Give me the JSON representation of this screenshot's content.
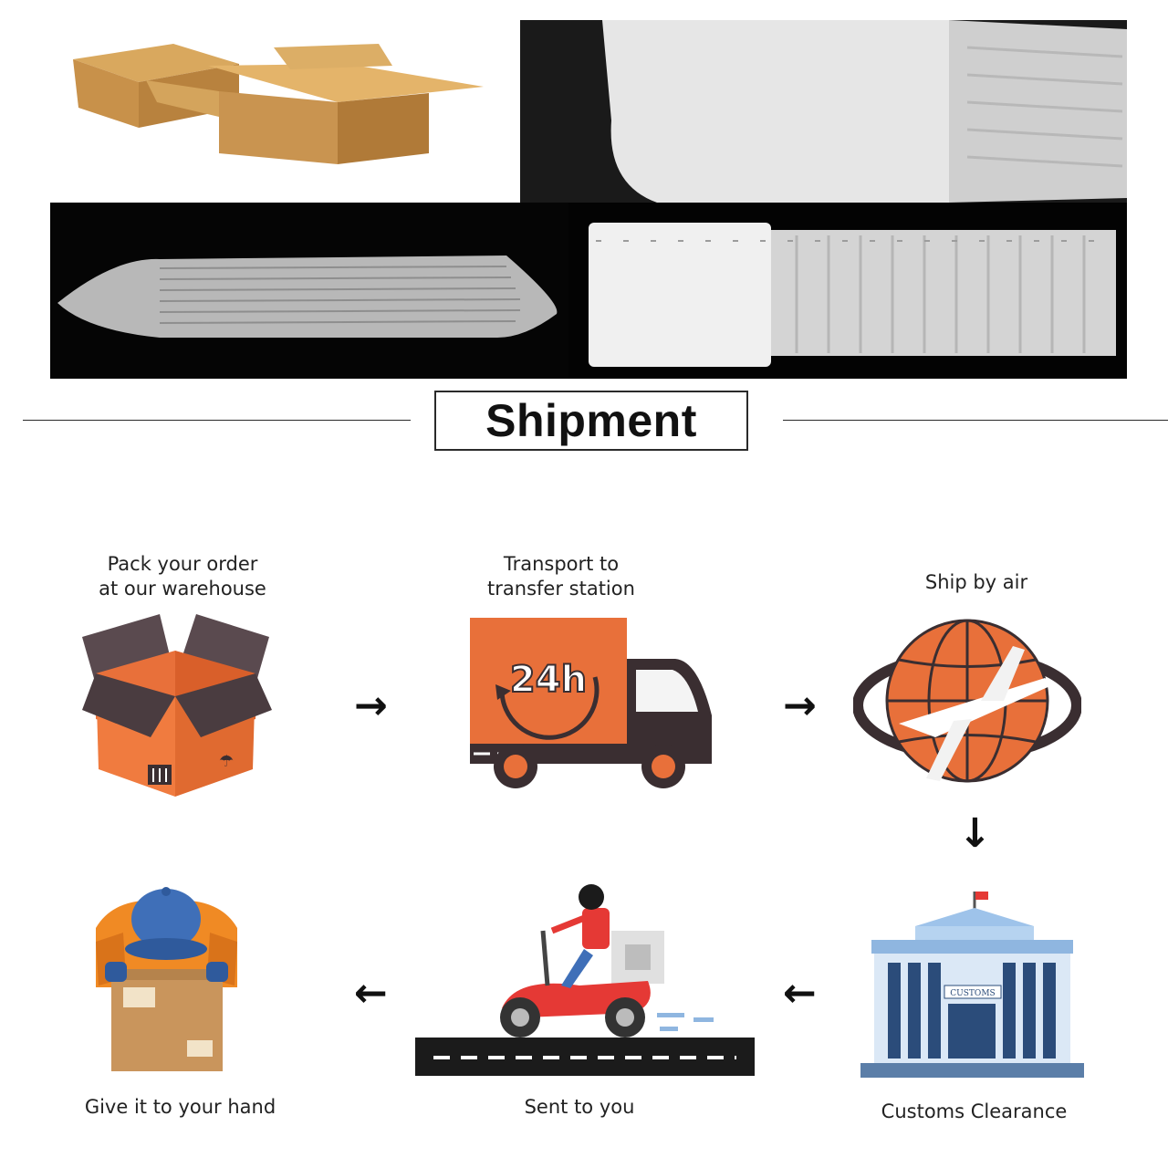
{
  "header": {
    "title": "Shipment"
  },
  "steps": [
    {
      "label": "Pack your order\nat our warehouse",
      "icon": "open-box-icon"
    },
    {
      "label": "Transport to\ntransfer station",
      "icon": "delivery-truck-icon",
      "badge": "24h"
    },
    {
      "label": "Ship by air",
      "icon": "globe-airplane-icon"
    },
    {
      "label": "Customs Clearance",
      "icon": "customs-building-icon",
      "sign": "CUSTOMS"
    },
    {
      "label": "Sent to you",
      "icon": "scooter-courier-icon"
    },
    {
      "label": "Give it to your hand",
      "icon": "courier-holding-box-icon"
    }
  ],
  "arrows": {
    "right": "→",
    "down": "↓",
    "left": "←"
  },
  "colors": {
    "accent": "#e8703a",
    "dark": "#3a2e31",
    "customs_blue": "#8fb6e0",
    "scooter_red": "#e53935"
  }
}
